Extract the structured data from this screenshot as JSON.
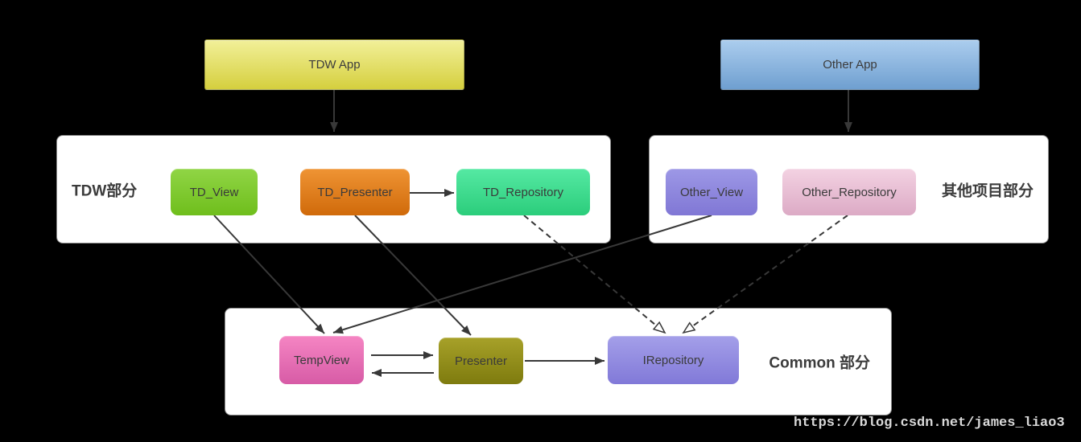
{
  "watermark": {
    "text": "https://blog.csdn.net/james_liao3",
    "color": "#d9d9d9"
  },
  "colors": {
    "canvas_bg": "#000000",
    "line": "#383838",
    "section_bg": "#ffffff",
    "section_border": "#8c8c8c",
    "label_text": "#3b3b3b"
  },
  "apps": [
    {
      "label": "TDW App",
      "color_top": "#f2f099",
      "color_bottom": "#d5cf3e"
    },
    {
      "label": "Other App",
      "color_top": "#abcdee",
      "color_bottom": "#6f9fd0"
    }
  ],
  "sections": [
    {
      "label": "TDW部分"
    },
    {
      "label": "其他项目部分"
    },
    {
      "label": "Common 部分"
    }
  ],
  "nodes": [
    {
      "label": "TD_View",
      "color_top": "#90d545",
      "color_bottom": "#6fbe1c"
    },
    {
      "label": "TD_Presenter",
      "color_top": "#ef9434",
      "color_bottom": "#d06a0a"
    },
    {
      "label": "TD_Repository",
      "color_top": "#55e9a3",
      "color_bottom": "#2bcd7b"
    },
    {
      "label": "Other_View",
      "color_top": "#9d98e6",
      "color_bottom": "#8077d5"
    },
    {
      "label": "Other_Repository",
      "color_top": "#f3d2e2",
      "color_bottom": "#dcaac5"
    },
    {
      "label": "TempView",
      "color_top": "#f585c3",
      "color_bottom": "#d75ba6"
    },
    {
      "label": "Presenter",
      "color_top": "#a7a129",
      "color_bottom": "#7e7b0e"
    },
    {
      "label": "IRepository",
      "color_top": "#a49fe9",
      "color_bottom": "#8179d8"
    }
  ],
  "edges": [
    {
      "from": "TDW App",
      "to": "TDW部分",
      "style": "solid",
      "head": "filled"
    },
    {
      "from": "Other App",
      "to": "其他项目部分",
      "style": "solid",
      "head": "filled"
    },
    {
      "from": "TD_Presenter",
      "to": "TD_Repository",
      "style": "solid",
      "head": "filled"
    },
    {
      "from": "TD_View",
      "to": "TempView",
      "style": "solid",
      "head": "filled"
    },
    {
      "from": "Other_View",
      "to": "TempView",
      "style": "solid",
      "head": "filled"
    },
    {
      "from": "TD_Presenter",
      "to": "Presenter",
      "style": "solid",
      "head": "filled"
    },
    {
      "from": "TD_Repository",
      "to": "IRepository",
      "style": "dashed",
      "head": "open"
    },
    {
      "from": "Other_Repository",
      "to": "IRepository",
      "style": "dashed",
      "head": "open"
    },
    {
      "from": "TempView",
      "to": "Presenter",
      "style": "solid",
      "head": "filled"
    },
    {
      "from": "Presenter",
      "to": "TempView",
      "style": "solid",
      "head": "filled"
    },
    {
      "from": "Presenter",
      "to": "IRepository",
      "style": "solid",
      "head": "filled"
    }
  ]
}
